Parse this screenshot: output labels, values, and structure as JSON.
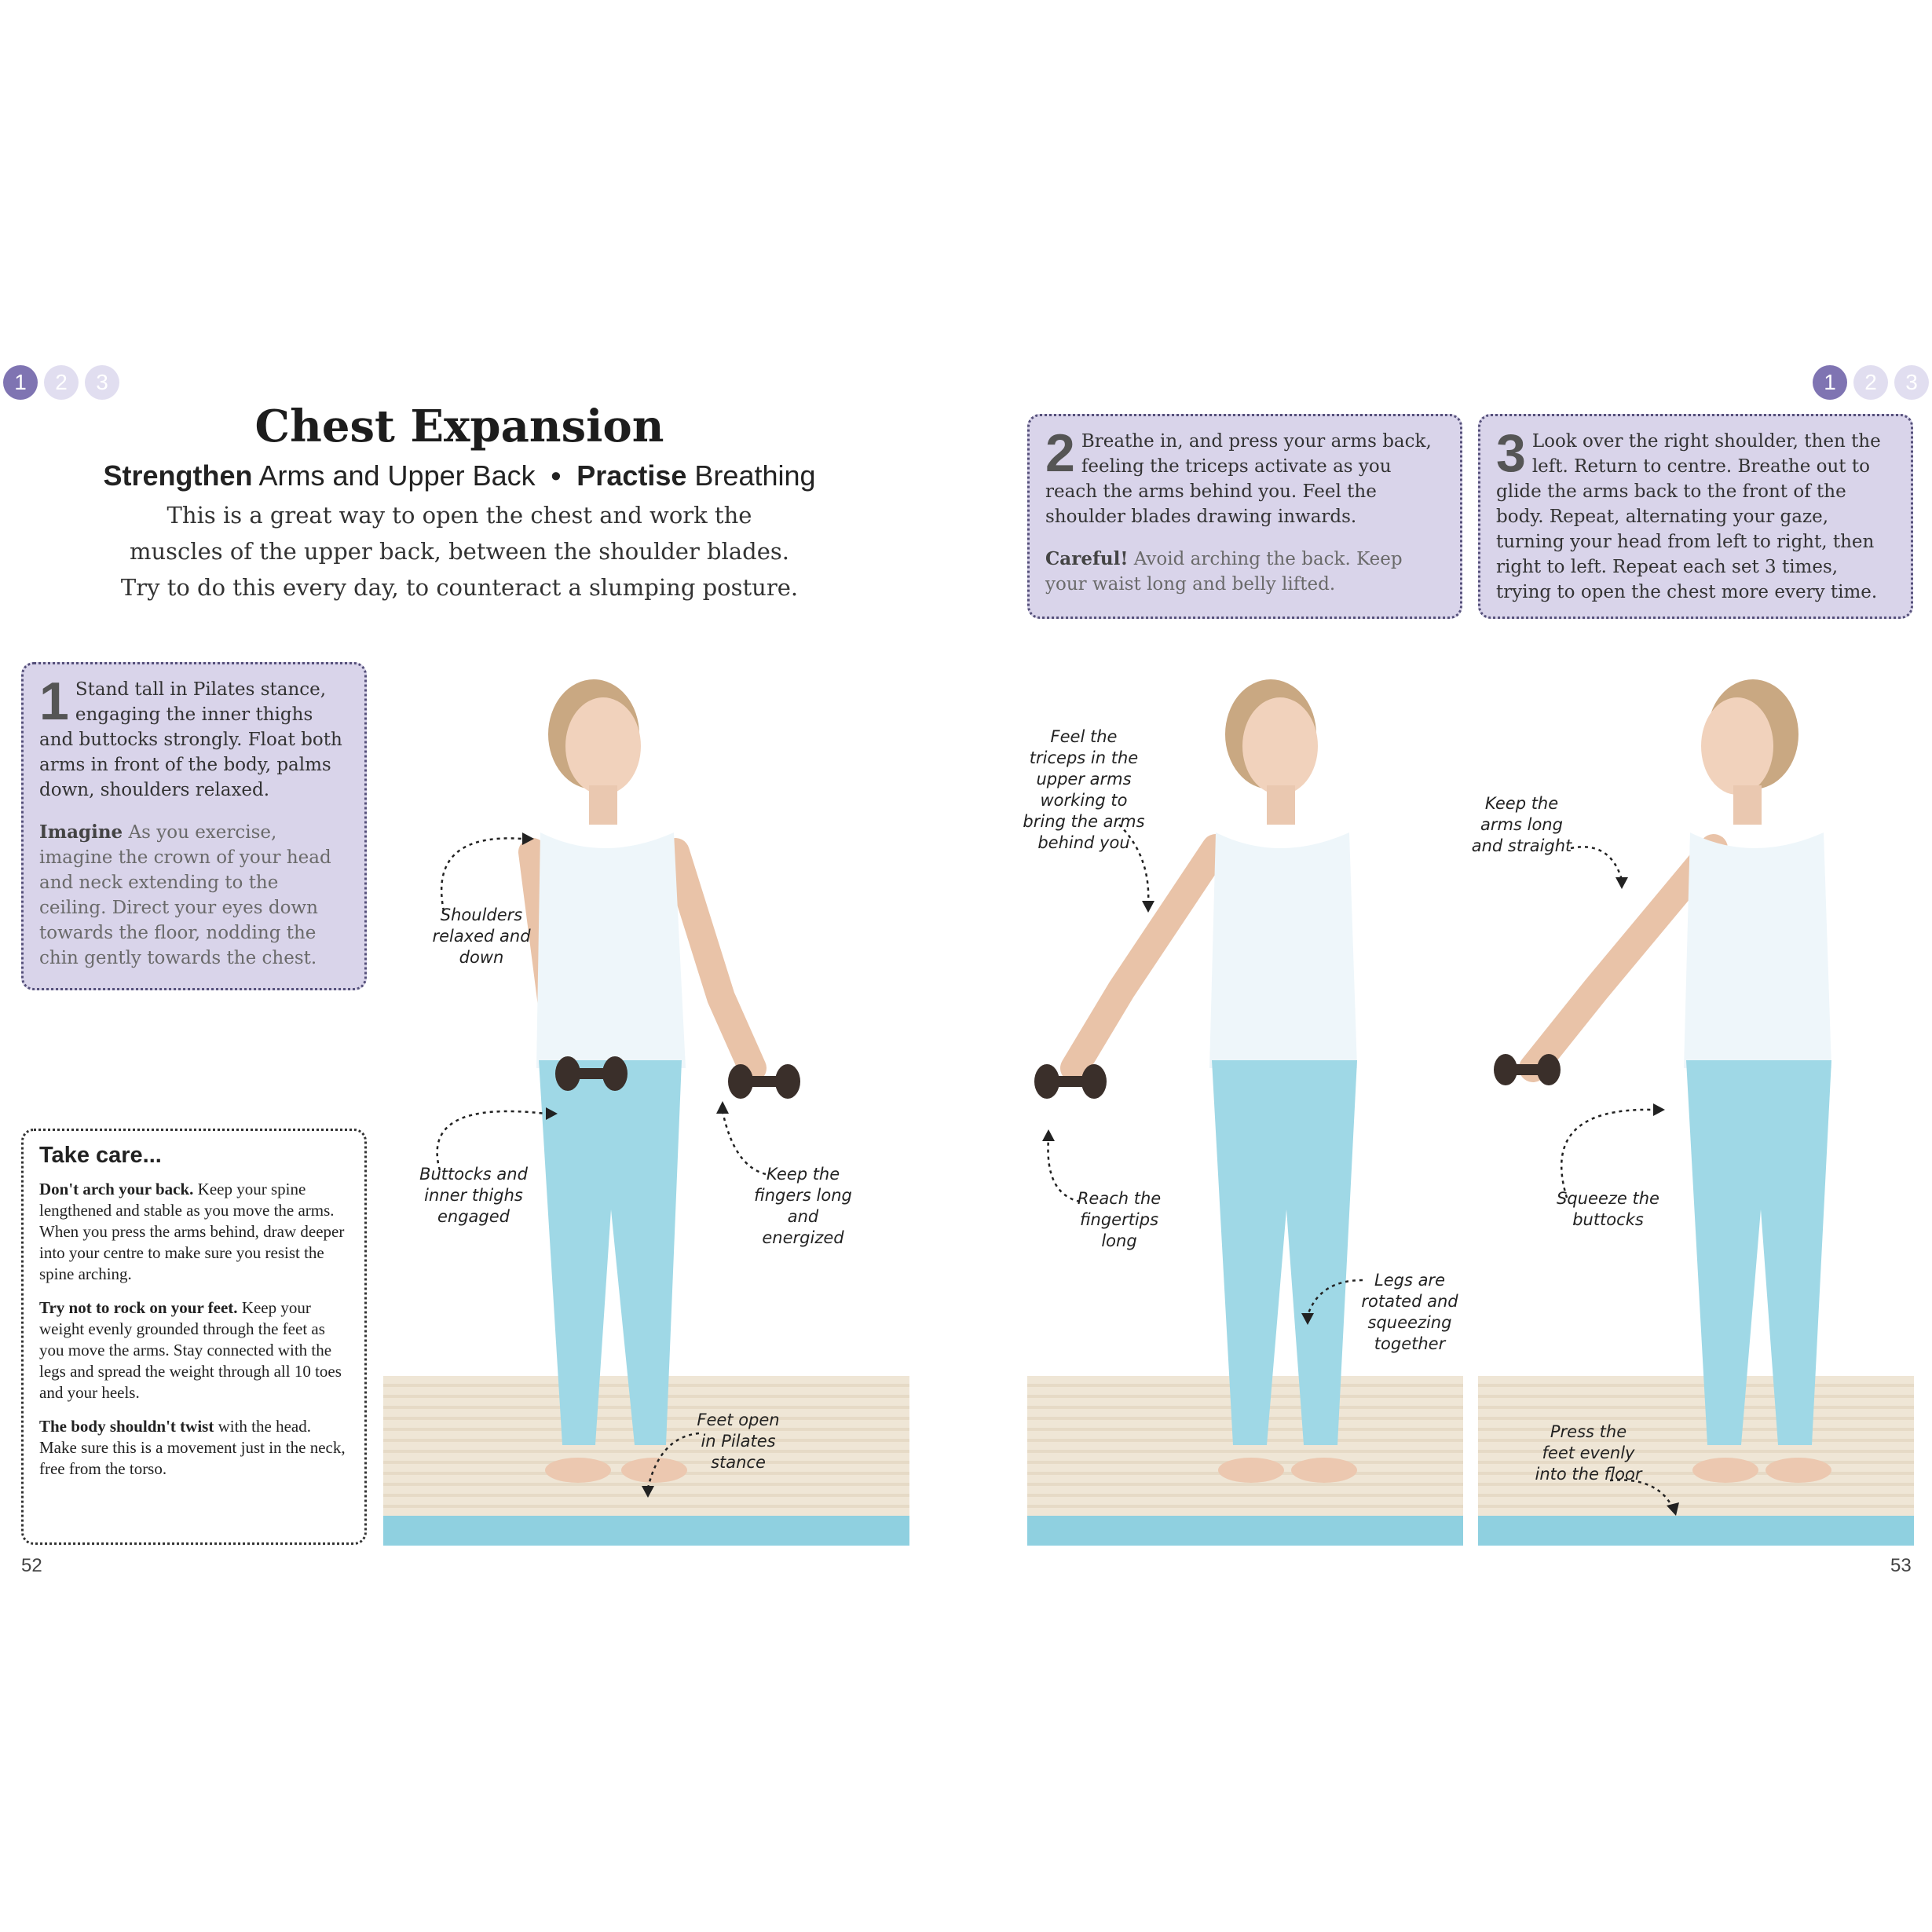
{
  "levels": {
    "left": [
      "1",
      "2",
      "3"
    ],
    "right": [
      "1",
      "2",
      "3"
    ],
    "active": "1"
  },
  "header": {
    "title": "Chest Expansion",
    "strengthen_label": "Strengthen",
    "strengthen_value": "Arms and Upper Back",
    "bullet": "•",
    "practise_label": "Practise",
    "practise_value": "Breathing",
    "intro": "This is a great way to open the chest and work the muscles of the upper back, between the shoulder blades. Try to do this every day, to counteract a slumping posture."
  },
  "steps": [
    {
      "number": "1",
      "text": "Stand tall in Pilates stance, engaging the inner thighs and buttocks strongly. Float both arms in front of the body, palms down, shoulders relaxed.",
      "extra_label": "Imagine",
      "extra_text": "As you exercise, imagine the crown of your head and neck extending to the ceiling. Direct your eyes down towards the floor, nodding the chin gently towards the chest."
    },
    {
      "number": "2",
      "text": "Breathe in, and press your arms back, feeling the triceps activate as you reach the arms behind you. Feel the shoulder blades drawing inwards.",
      "extra_label": "Careful!",
      "extra_text": "Avoid arching the back. Keep your waist long and belly lifted."
    },
    {
      "number": "3",
      "text": "Look over the right shoulder, then the left. Return to centre. Breathe out to glide the arms back to the front of the body. Repeat, alternating your gaze, turning your head from left to right, then right to left. Repeat each set 3 times, trying to open the chest more every time."
    }
  ],
  "take_care": {
    "heading": "Take care...",
    "items": [
      {
        "lead": "Don't arch your back.",
        "text": "Keep your spine lengthened and stable as you move the arms. When you press the arms behind, draw deeper into your centre to make sure you resist the spine arching."
      },
      {
        "lead": "Try not to rock on your feet.",
        "text": "Keep your weight evenly grounded through the feet as you move the arms. Stay connected with the legs and spread the weight through all 10 toes and your heels."
      },
      {
        "lead": "The body shouldn't twist",
        "text": "with the head. Make sure this is a movement just in the neck, free from the torso."
      }
    ]
  },
  "annotations": {
    "p1_shoulders": "Shoulders relaxed and down",
    "p1_buttocks": "Buttocks and inner thighs engaged",
    "p1_fingers": "Keep the fingers long and energized",
    "p1_feet": "Feet open in Pilates stance",
    "p2_triceps": "Feel the triceps in the upper arms working to bring the arms behind you",
    "p2_fingertips": "Reach the fingertips long",
    "p2_legs": "Legs are rotated and squeezing together",
    "p3_arms": "Keep the arms long and straight",
    "p3_buttocks": "Squeeze the buttocks",
    "p3_feet": "Press the feet evenly into the floor"
  },
  "pages": {
    "left": "52",
    "right": "53"
  },
  "colors": {
    "step_box": "#d9d4ea",
    "level_active": "#7f74b2",
    "level_inactive": "#e1def0",
    "leggings": "#9fd8e6",
    "top": "#eef6fa",
    "mat": "#8fd0e0",
    "floor": "#efe6d6"
  }
}
